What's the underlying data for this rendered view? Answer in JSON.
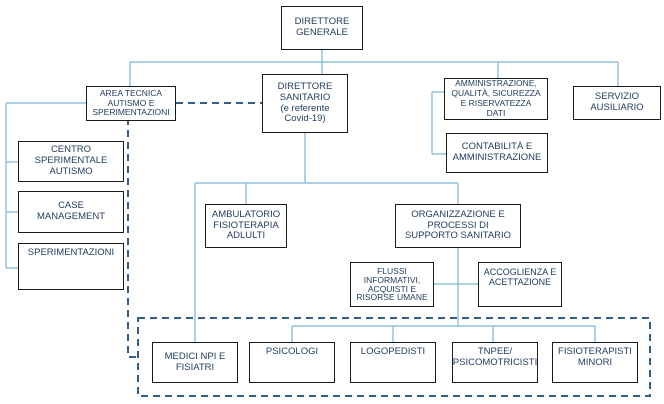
{
  "colors": {
    "connector": "#7ab3d6",
    "dashed": "#2f5f8a",
    "text": "#1f3b5c",
    "border": "#1a1a1a"
  },
  "nodes": {
    "direttore_generale": "DIRETTORE\nGENERALE",
    "area_tecnica": "AREA TECNICA\nAUTISMO E\nSPERIMENTAZIONI",
    "direttore_sanitario": "DIRETTORE\nSANITARIO\n(e referente\nCovid-19)",
    "amministrazione": "AMMINISTRAZIONE,\nQUALITÀ, SICUREZZA\nE RISERVATEZZA\nDATI",
    "servizio_ausiliario": "SERVIZIO\nAUSILIARIO",
    "contabilita": "CONTABILITÀ E\nAMMINISTRAZIONE",
    "centro_sperimentale": "CENTRO\nSPERIMENTALE\nAUTISMO",
    "case_management": "CASE\nMANAGEMENT",
    "sperimentazioni": "SPERIMENTAZIONI",
    "ambulatorio": "AMBULATORIO\nFISIOTERAPIA\nADLULTI",
    "organizzazione": "ORGANIZZAZIONE E\nPROCESSI DI\nSUPPORTO SANITARIO",
    "flussi": "FLUSSI\nINFORMATIVI,\nACQUISTI E\nRISORSE UMANE",
    "accoglienza": "ACCOGLIENZA E\nACETTAZIONE",
    "medici": "MEDICI NPI E\nFISIATRI",
    "psicologi": "PSICOLOGI",
    "logopedisti": "LOGOPEDISTI",
    "tnpee": "TNPEE/\nPSICOMOTRICISTI",
    "fisioterapisti": "FISIOTERAPISTI\nMINORI"
  }
}
